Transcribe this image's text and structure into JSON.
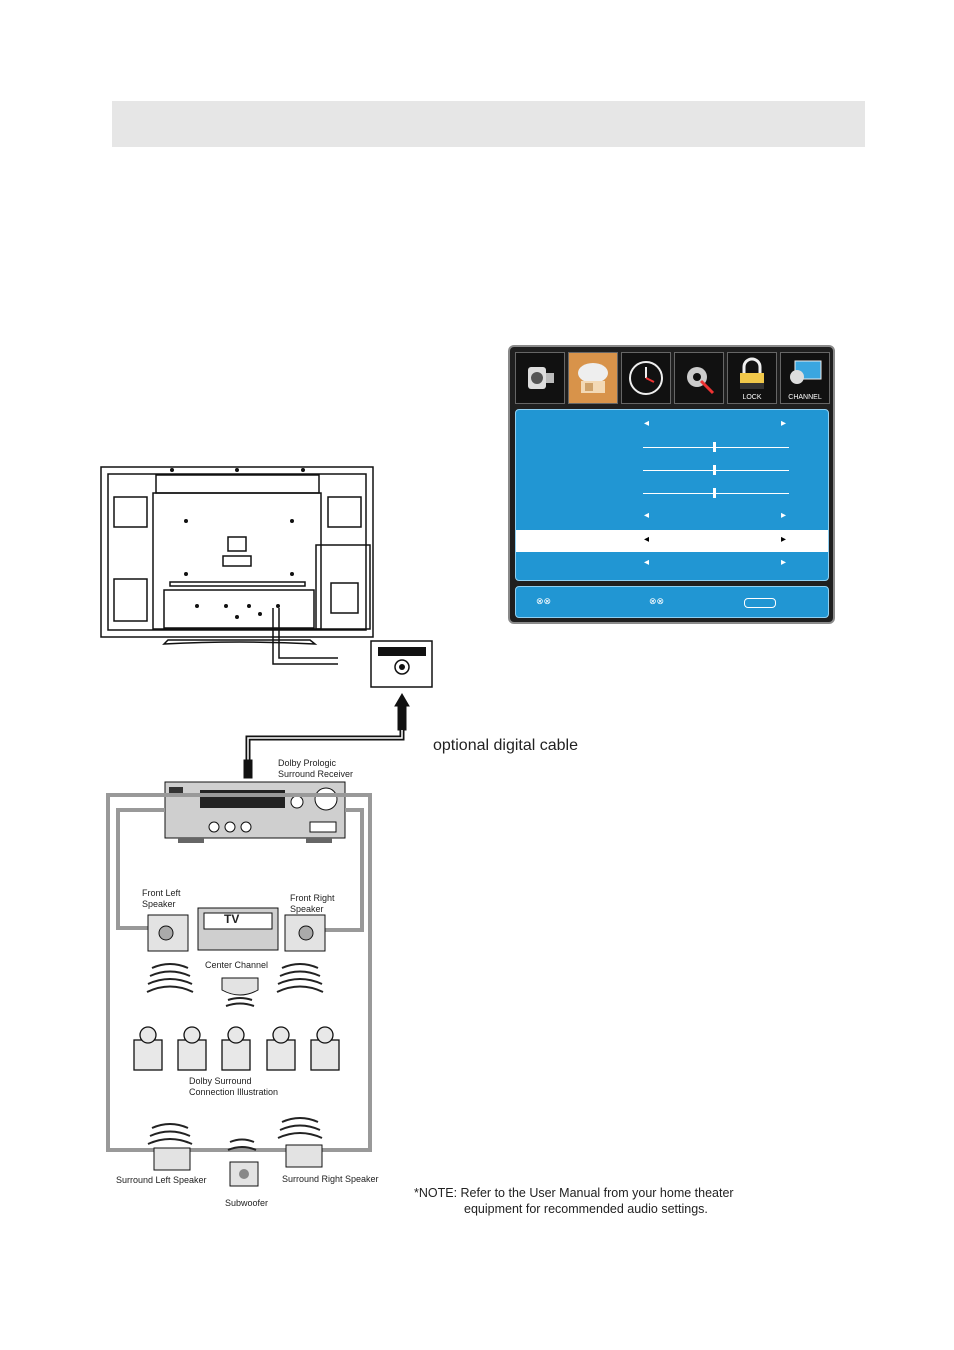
{
  "osd": {
    "tabs": [
      {
        "icon": "camera-icon",
        "label": ""
      },
      {
        "icon": "speaker-icon",
        "label": ""
      },
      {
        "icon": "clock-icon",
        "label": ""
      },
      {
        "icon": "gear-icon",
        "label": ""
      },
      {
        "icon": "lock-icon",
        "label": "LOCK"
      },
      {
        "icon": "channel-icon",
        "label": "CHANNEL"
      }
    ],
    "footer": {
      "nav_icon": "⊗⊗",
      "adjust_icon": "⊗⊗"
    }
  },
  "diagram": {
    "cable_label": "optional digital cable",
    "receiver_label_1": "Dolby Prologic",
    "receiver_label_2": "Surround Receiver",
    "front_left_1": "Front Left",
    "front_left_2": "Speaker",
    "front_right_1": "Front Right",
    "front_right_2": "Speaker",
    "tv_label": "TV",
    "center_label": "Center Channel",
    "surround_1": "Dolby Surround",
    "surround_2": "Connection Illustration",
    "surround_left": "Surround Left Speaker",
    "subwoofer": "Subwoofer",
    "surround_right": "Surround Right Speaker"
  },
  "note": {
    "line1": "*NOTE: Refer to the User Manual from your home theater",
    "line2": "equipment for recommended audio settings."
  },
  "colors": {
    "osd_blue": "#2196d3",
    "active_tab": "#d8934a"
  }
}
